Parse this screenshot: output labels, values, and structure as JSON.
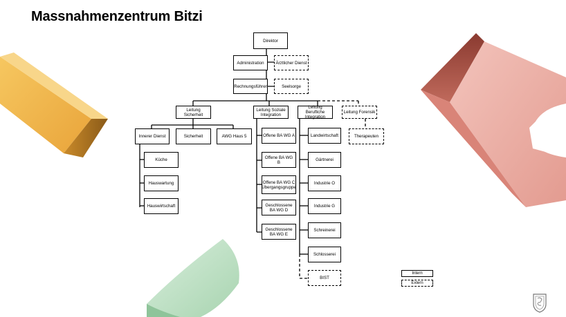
{
  "title": "Massnahmenzentrum Bitzi",
  "chart": {
    "director": "Direktor",
    "administration": "Administration",
    "medical": "Ärztlicher Dienst",
    "accountant": "Rechnungsführer",
    "chaplaincy": "Seelsorge",
    "security_lead": "Leitung Sicherheit",
    "social_lead": "Leitung Soziale Integration",
    "work_lead": "Leitung Berufliche Integration",
    "forensic_lead": "Leitung Forensik",
    "therapists": "Therapeuten",
    "inner_service": "Innerer Dienst",
    "security": "Sicherheit",
    "awg": "AWG Haus 5",
    "kitchen": "Küche",
    "maintenance": "Hauswartung",
    "housekeeping": "Hauswirtschaft",
    "groups": [
      "Offene BA WG A",
      "Offene BA WG B",
      "Offene BA WG C Übergangsgruppe",
      "Geschlossene BA WG D",
      "Geschlossene BA WG E"
    ],
    "workshops": [
      "Landwirtschaft",
      "Gärtnerei",
      "Industrie O",
      "Industrie G",
      "Schreinerei",
      "Schlosserei",
      "BIST"
    ]
  },
  "legend": {
    "internal": "Intern",
    "external": "Extern"
  },
  "colors": {
    "orange": "#f0b040",
    "pink": "#e8a89c",
    "dark_red": "#6b2a22",
    "green": "#b8dcc0"
  },
  "icons": [
    "canton-crest-icon"
  ]
}
